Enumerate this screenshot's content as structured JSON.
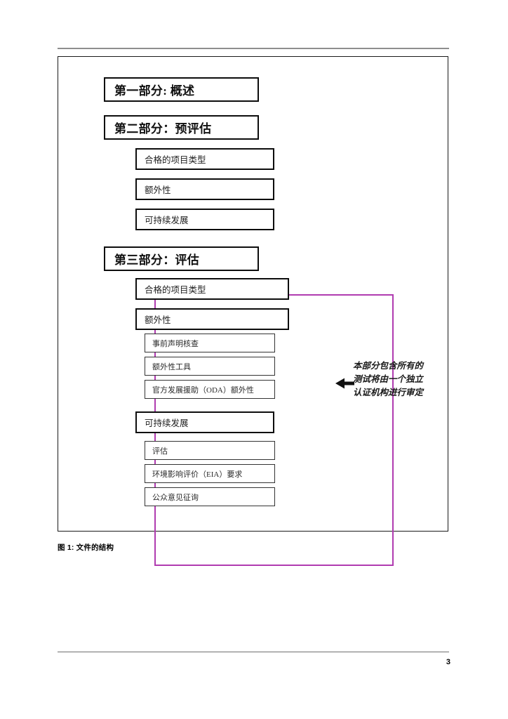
{
  "page": {
    "number": "3",
    "caption": "图 1: 文件的结构"
  },
  "figure": {
    "sections": [
      {
        "id": "part-one",
        "level": 1,
        "label": "第一部分: 概述"
      },
      {
        "id": "part-two",
        "level": 1,
        "label": "第二部分：预评估"
      },
      {
        "id": "part-two-eligible-types",
        "level": 2,
        "label": "合格的项目类型"
      },
      {
        "id": "part-two-additionality",
        "level": 2,
        "label": "额外性"
      },
      {
        "id": "part-two-sustainable-development",
        "level": 2,
        "label": "可持续发展"
      },
      {
        "id": "part-three",
        "level": 1,
        "label": "第三部分：评估"
      },
      {
        "id": "part-three-eligible-types",
        "level": 2,
        "label": "合格的项目类型"
      },
      {
        "id": "part-three-additionality",
        "level": 2,
        "label": "额外性"
      },
      {
        "id": "prior-consideration-check",
        "level": 3,
        "label": "事前声明核查"
      },
      {
        "id": "additionality-tool",
        "level": 3,
        "label": "额外性工具"
      },
      {
        "id": "oda-additionality",
        "level": 3,
        "label": "官方发展援助（ODA）额外性"
      },
      {
        "id": "part-three-sustainable-development",
        "level": 2,
        "label": "可持续发展"
      },
      {
        "id": "assessment",
        "level": 3,
        "label": "评估"
      },
      {
        "id": "eia-requirement",
        "level": 3,
        "label": "环境影响评价（EIA）要求"
      },
      {
        "id": "public-consultation",
        "level": 3,
        "label": "公众意见征询"
      }
    ],
    "highlight": {
      "color": "#B03BB0",
      "covers": "第三部分：评估"
    },
    "annotation": {
      "line1": "本部分包含所有的",
      "line2": "测试将由一个独立",
      "line3": "认证机构进行审定",
      "full": "本部分包含所有的测试将由一个独立认证机构进行审定"
    }
  }
}
